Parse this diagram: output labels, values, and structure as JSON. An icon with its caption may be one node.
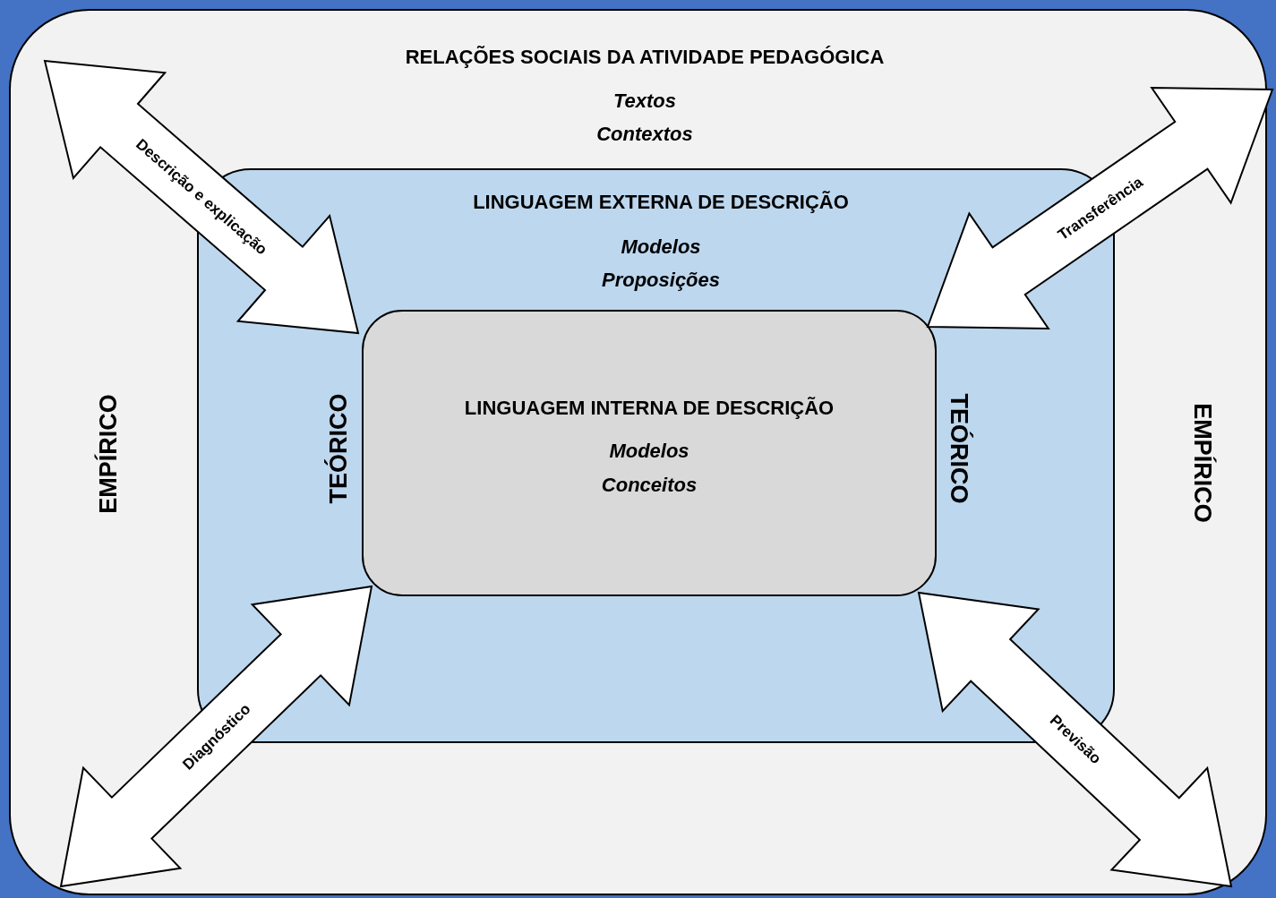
{
  "diagram": {
    "nodes": [
      {
        "text": [
          "RELAÇÕES SOCIAIS DA ATIVIDADE PEDAGÓGICA",
          "Textos",
          "Contextos",
          "EMPÍRICO",
          "EMPÍRICO"
        ]
      },
      {
        "text": [
          "LINGUAGEM EXTERNA DE DESCRIÇÃO",
          "Modelos",
          "Proposições",
          "TEÓRICO",
          "TEÓRICO"
        ],
        "in": 0
      },
      {
        "text": [
          "LINGUAGEM INTERNA DE DESCRIÇÃO",
          "Modelos",
          "Conceitos"
        ],
        "in": 1
      }
    ],
    "edges": [
      {
        "from": null,
        "to": 2,
        "arrow": "both",
        "label": "Descrição e explicação"
      },
      {
        "from": null,
        "to": 2,
        "arrow": "both",
        "label": "Transferência"
      },
      {
        "from": null,
        "to": 2,
        "arrow": "both",
        "label": "Diagnóstico"
      },
      {
        "from": null,
        "to": 2,
        "arrow": "both",
        "label": "Previsão"
      }
    ]
  }
}
